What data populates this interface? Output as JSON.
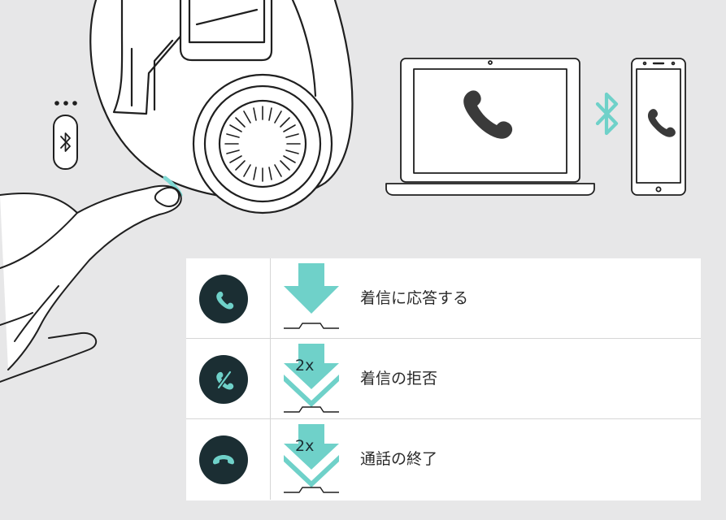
{
  "headset_button": {
    "icon": "bluetooth-icon",
    "indicator": "three-dots",
    "led_color": "#7fd8d3"
  },
  "devices": [
    {
      "type": "laptop",
      "icon": "phone-handset-icon"
    },
    {
      "type": "smartphone",
      "icon": "phone-handset-icon"
    }
  ],
  "connection": {
    "icon": "bluetooth-icon",
    "color": "#6fd1c9"
  },
  "actions": [
    {
      "icon": "call-answer-icon",
      "press": "",
      "label": "着信に応答する"
    },
    {
      "icon": "call-reject-icon",
      "press": "2x",
      "label": "着信の拒否"
    },
    {
      "icon": "call-end-icon",
      "press": "2x",
      "label": "通話の終了"
    }
  ],
  "colors": {
    "background": "#e7e7e8",
    "accent": "#6fd1c9",
    "dark_icon": "#1b2e33"
  }
}
